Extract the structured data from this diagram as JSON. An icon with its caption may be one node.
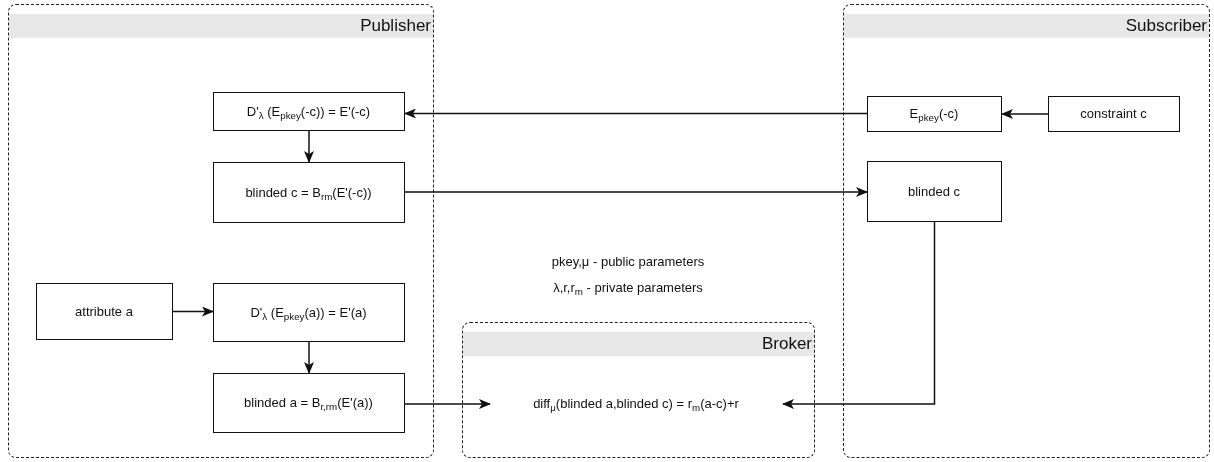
{
  "diagram": {
    "nodes": [
      {
        "text": [
          "Publisher"
        ]
      },
      {
        "text": [
          "D'$_{λ}$ (E$_{pkey}$(-c)) = E'(-c)"
        ],
        "in": 0
      },
      {
        "text": [
          "blinded c = B$_{r}$$_{m}$(E'(-c))"
        ],
        "in": 0
      },
      {
        "text": [
          "attribute a"
        ],
        "in": 0
      },
      {
        "text": [
          "D'$_{λ}$ (E$_{pkey}$(a)) = E'(a)"
        ],
        "in": 0
      },
      {
        "text": [
          "blinded a = B$_{r,r}$$_{m}$(E'(a))"
        ],
        "in": 0
      },
      {
        "text": [
          "Subscriber"
        ]
      },
      {
        "text": [
          "E$_{pkey}$(-c)"
        ],
        "in": 6
      },
      {
        "text": [
          "constraint c"
        ],
        "in": 6
      },
      {
        "text": [
          "blinded c"
        ],
        "in": 6
      },
      {
        "text": [
          "Broker"
        ]
      },
      {
        "text": [
          "diff$_{μ}$(blinded a,blinded c) = r$_{m}$(a-c)+r"
        ],
        "in": 10
      }
    ],
    "edges": [
      {
        "from": 7,
        "to": 1,
        "arrow": "to"
      },
      {
        "from": 8,
        "to": 7,
        "arrow": "to"
      },
      {
        "from": 1,
        "to": 2,
        "arrow": "to"
      },
      {
        "from": 2,
        "to": 9,
        "arrow": "to"
      },
      {
        "from": 3,
        "to": 4,
        "arrow": "to"
      },
      {
        "from": 4,
        "to": 5,
        "arrow": "to"
      },
      {
        "from": 5,
        "to": 11,
        "arrow": "to"
      },
      {
        "from": 9,
        "to": 11,
        "arrow": "to"
      }
    ],
    "labels": [
      "pkey,μ - public parameters",
      "λ,r,r$_{m}$ - private parameters"
    ]
  }
}
